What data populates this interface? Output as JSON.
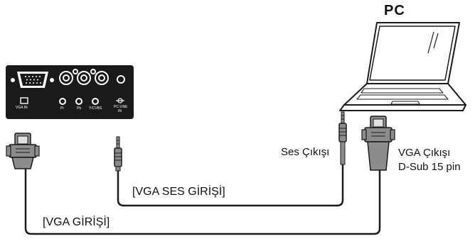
{
  "pc": {
    "title": "PC"
  },
  "monitor_panel": {
    "port_labels": {
      "vga_in": "VGA IN",
      "pr": "Pr",
      "pb": "Pb",
      "ycvbs": "Y/CVBS",
      "pc_line_in_1": "PC LINE",
      "pc_line_in_2": "IN"
    }
  },
  "labels": {
    "vga_audio_input": "[VGA SES GİRİŞİ]",
    "vga_input": "[VGA GİRİŞİ]",
    "audio_output": "Ses Çıkışı",
    "vga_output_line1": "VGA Çıkışı",
    "vga_output_line2": "D-Sub 15 pin"
  },
  "colors": {
    "panel": "#1a1a1a",
    "cable": "#1a1a1a",
    "connector": "#8c8c8c"
  }
}
